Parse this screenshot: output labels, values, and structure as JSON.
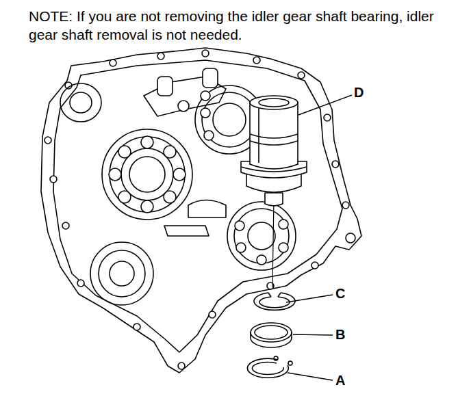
{
  "diagram": {
    "labels": [
      "NOTE: If you are not removing the idler gear shaft bearing, idler gear shaft removal is not needed.",
      "D",
      "C",
      "B",
      "A"
    ]
  }
}
